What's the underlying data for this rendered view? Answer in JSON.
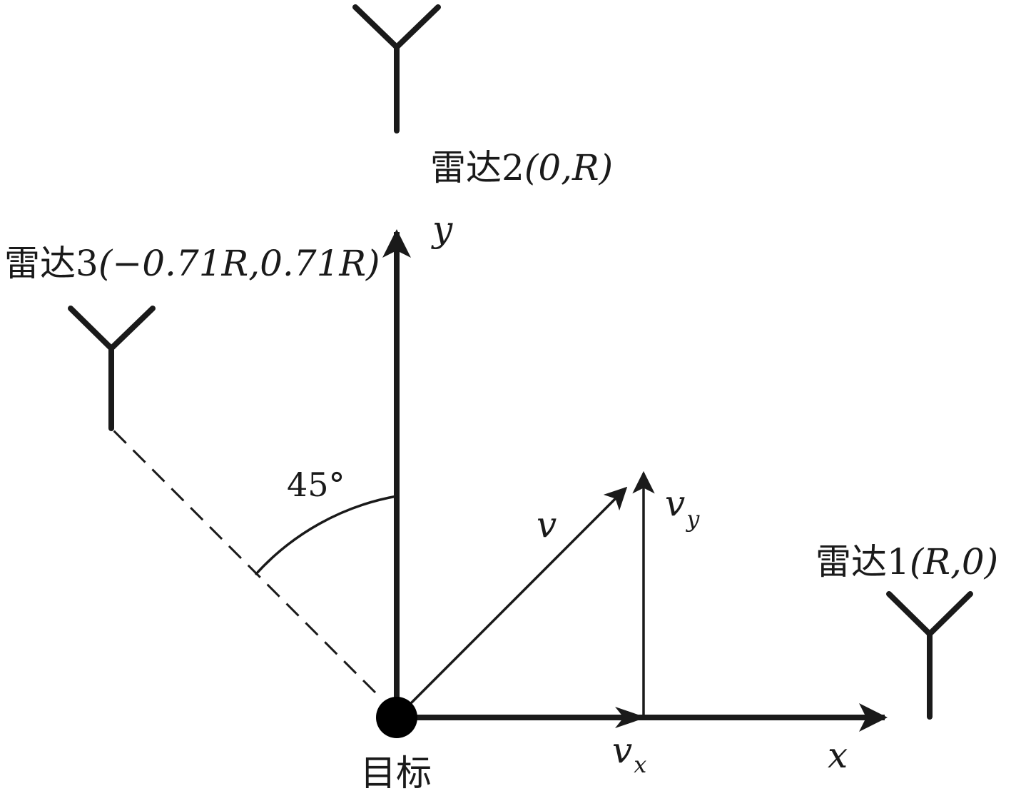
{
  "diagram": {
    "radar1": {
      "text_cn": "雷达1",
      "coords": "(R,0)"
    },
    "radar2": {
      "text_cn": "雷达2",
      "coords": "(0,R)"
    },
    "radar3": {
      "text_cn": "雷达3",
      "coords": "(−0.71R,0.71R)"
    },
    "target": "目标",
    "axis_x": "x",
    "axis_y": "y",
    "velocity": "v",
    "velocity_x": {
      "base": "v",
      "sub": "x"
    },
    "velocity_y": {
      "base": "v",
      "sub": "y"
    },
    "angle": "45°"
  },
  "colors": {
    "stroke": "#1a1a1a",
    "background": "#ffffff"
  }
}
